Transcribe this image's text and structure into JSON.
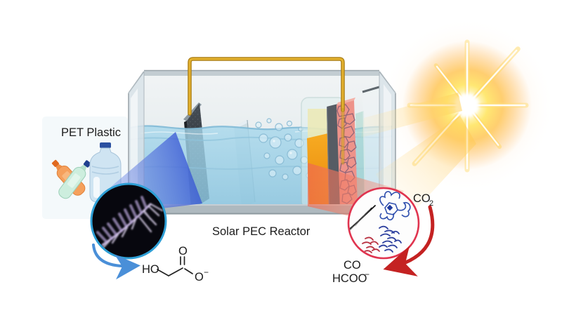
{
  "figure": {
    "description": "Solar photoelectrochemical reactor converting PET plastic and CO2 into products"
  },
  "labels": {
    "pet_plastic": "PET Plastic",
    "reactor": "Solar PEC Reactor",
    "co2_main": "CO",
    "co2_sub": "2",
    "product_co": "CO",
    "product_hcoo": "HCOO",
    "product_hcoo_charge": "−",
    "glycolate_ho": "HO",
    "glycolate_o_top": "O",
    "glycolate_o_right": "O",
    "glycolate_o_right_charge": "−"
  },
  "colors": {
    "text": "#1c1c1c",
    "inset_left_border": "#2e9fd6",
    "inset_right_border": "#e0344f",
    "wire_gold": "#e3b12e",
    "wire_edge": "#a87c14",
    "cathode_dark": "#31363c",
    "anode_orange": "#f09314",
    "anode_crackle": "#ee938a",
    "water_blue": "#aed7ea",
    "beam_blue": "#3e5cdc",
    "beam_red": "#ee6a58",
    "arrow_blue": "#4a8fd8",
    "arrow_red": "#c42222",
    "sun_yellow": "#ffd94e",
    "bond_stroke": "#222222"
  }
}
